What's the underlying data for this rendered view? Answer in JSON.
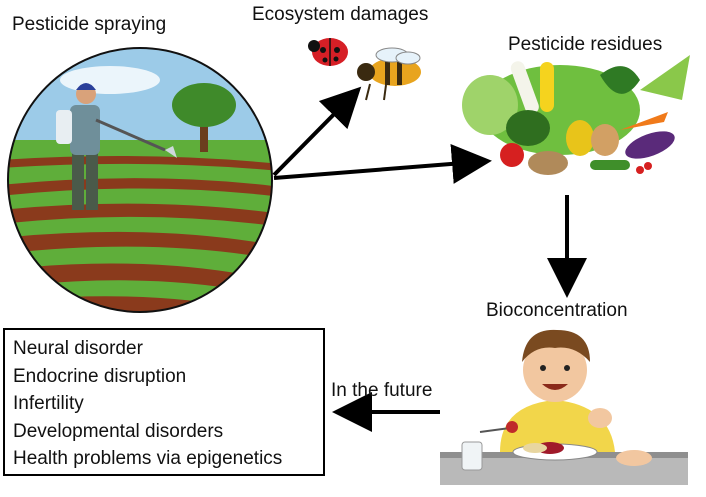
{
  "labels": {
    "pesticide_spraying": "Pesticide spraying",
    "ecosystem_damages": "Ecosystem damages",
    "pesticide_residues": "Pesticide residues",
    "bioconcentration": "Bioconcentration",
    "in_the_future": "In the future"
  },
  "health_effects": [
    "Neural disorder",
    "Endocrine disruption",
    "Infertility",
    "Developmental disorders",
    "Health problems via epigenetics"
  ],
  "colors": {
    "field_green": "#5fae3a",
    "soil_brown": "#8a3a1c",
    "sky_blue": "#9ccbe8",
    "arrow": "#000000"
  }
}
